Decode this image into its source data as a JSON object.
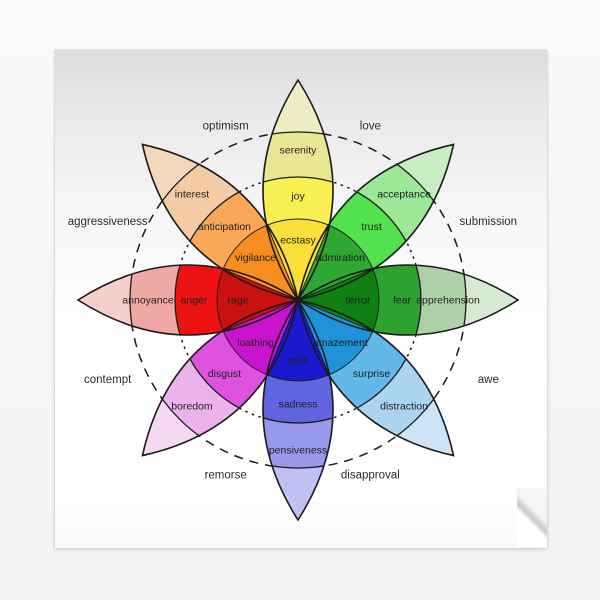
{
  "wheel": {
    "stroke_color": "#1a1a1a",
    "label_color": "#1f1f1f",
    "dyad_label_color": "#2b2b2b",
    "petals": [
      {
        "direction_deg": 90,
        "inner": {
          "label": "ecstasy",
          "color": "#fadf3a"
        },
        "middle": {
          "label": "joy",
          "color": "#f7f052"
        },
        "outer": {
          "label": "serenity",
          "color": "#e9e693"
        },
        "tip_color": "#eeecc3"
      },
      {
        "direction_deg": 45,
        "inner": {
          "label": "admiration",
          "color": "#2fa733"
        },
        "middle": {
          "label": "trust",
          "color": "#52e14f"
        },
        "outer": {
          "label": "acceptance",
          "color": "#9ce897"
        },
        "tip_color": "#c9edc2"
      },
      {
        "direction_deg": 0,
        "inner": {
          "label": "terror",
          "color": "#0f7f11"
        },
        "middle": {
          "label": "fear",
          "color": "#2da32f"
        },
        "outer": {
          "label": "apprehension",
          "color": "#aed0a8"
        },
        "tip_color": "#d9ead2"
      },
      {
        "direction_deg": 315,
        "inner": {
          "label": "amazement",
          "color": "#1e93da"
        },
        "middle": {
          "label": "surprise",
          "color": "#64b8e9"
        },
        "outer": {
          "label": "distraction",
          "color": "#abd4f0"
        },
        "tip_color": "#cde3f6"
      },
      {
        "direction_deg": 270,
        "inner": {
          "label": "grief",
          "color": "#1a19cd"
        },
        "middle": {
          "label": "sadness",
          "color": "#6164df"
        },
        "outer": {
          "label": "pensiveness",
          "color": "#9899ea"
        },
        "tip_color": "#bfc1f3"
      },
      {
        "direction_deg": 225,
        "inner": {
          "label": "loathing",
          "color": "#c913cf"
        },
        "middle": {
          "label": "disgust",
          "color": "#dd52de"
        },
        "outer": {
          "label": "boredom",
          "color": "#ecb2ec"
        },
        "tip_color": "#f4d8f4"
      },
      {
        "direction_deg": 180,
        "inner": {
          "label": "rage",
          "color": "#ca1112"
        },
        "middle": {
          "label": "anger",
          "color": "#ee1313"
        },
        "outer": {
          "label": "annoyance",
          "color": "#efa9a4"
        },
        "tip_color": "#f6d0ca"
      },
      {
        "direction_deg": 135,
        "inner": {
          "label": "vigilance",
          "color": "#f78d1f"
        },
        "middle": {
          "label": "anticipation",
          "color": "#f9a857"
        },
        "outer": {
          "label": "interest",
          "color": "#f3cba4"
        },
        "tip_color": "#f1d8ba"
      }
    ],
    "dyads": [
      {
        "label": "optimism",
        "direction_deg": 112.5
      },
      {
        "label": "love",
        "direction_deg": 67.5
      },
      {
        "label": "submission",
        "direction_deg": 22.5
      },
      {
        "label": "awe",
        "direction_deg": 337.5
      },
      {
        "label": "disapproval",
        "direction_deg": 292.5
      },
      {
        "label": "remorse",
        "direction_deg": 247.5
      },
      {
        "label": "contempt",
        "direction_deg": 202.5
      },
      {
        "label": "aggressiveness",
        "direction_deg": 157.5
      }
    ]
  }
}
